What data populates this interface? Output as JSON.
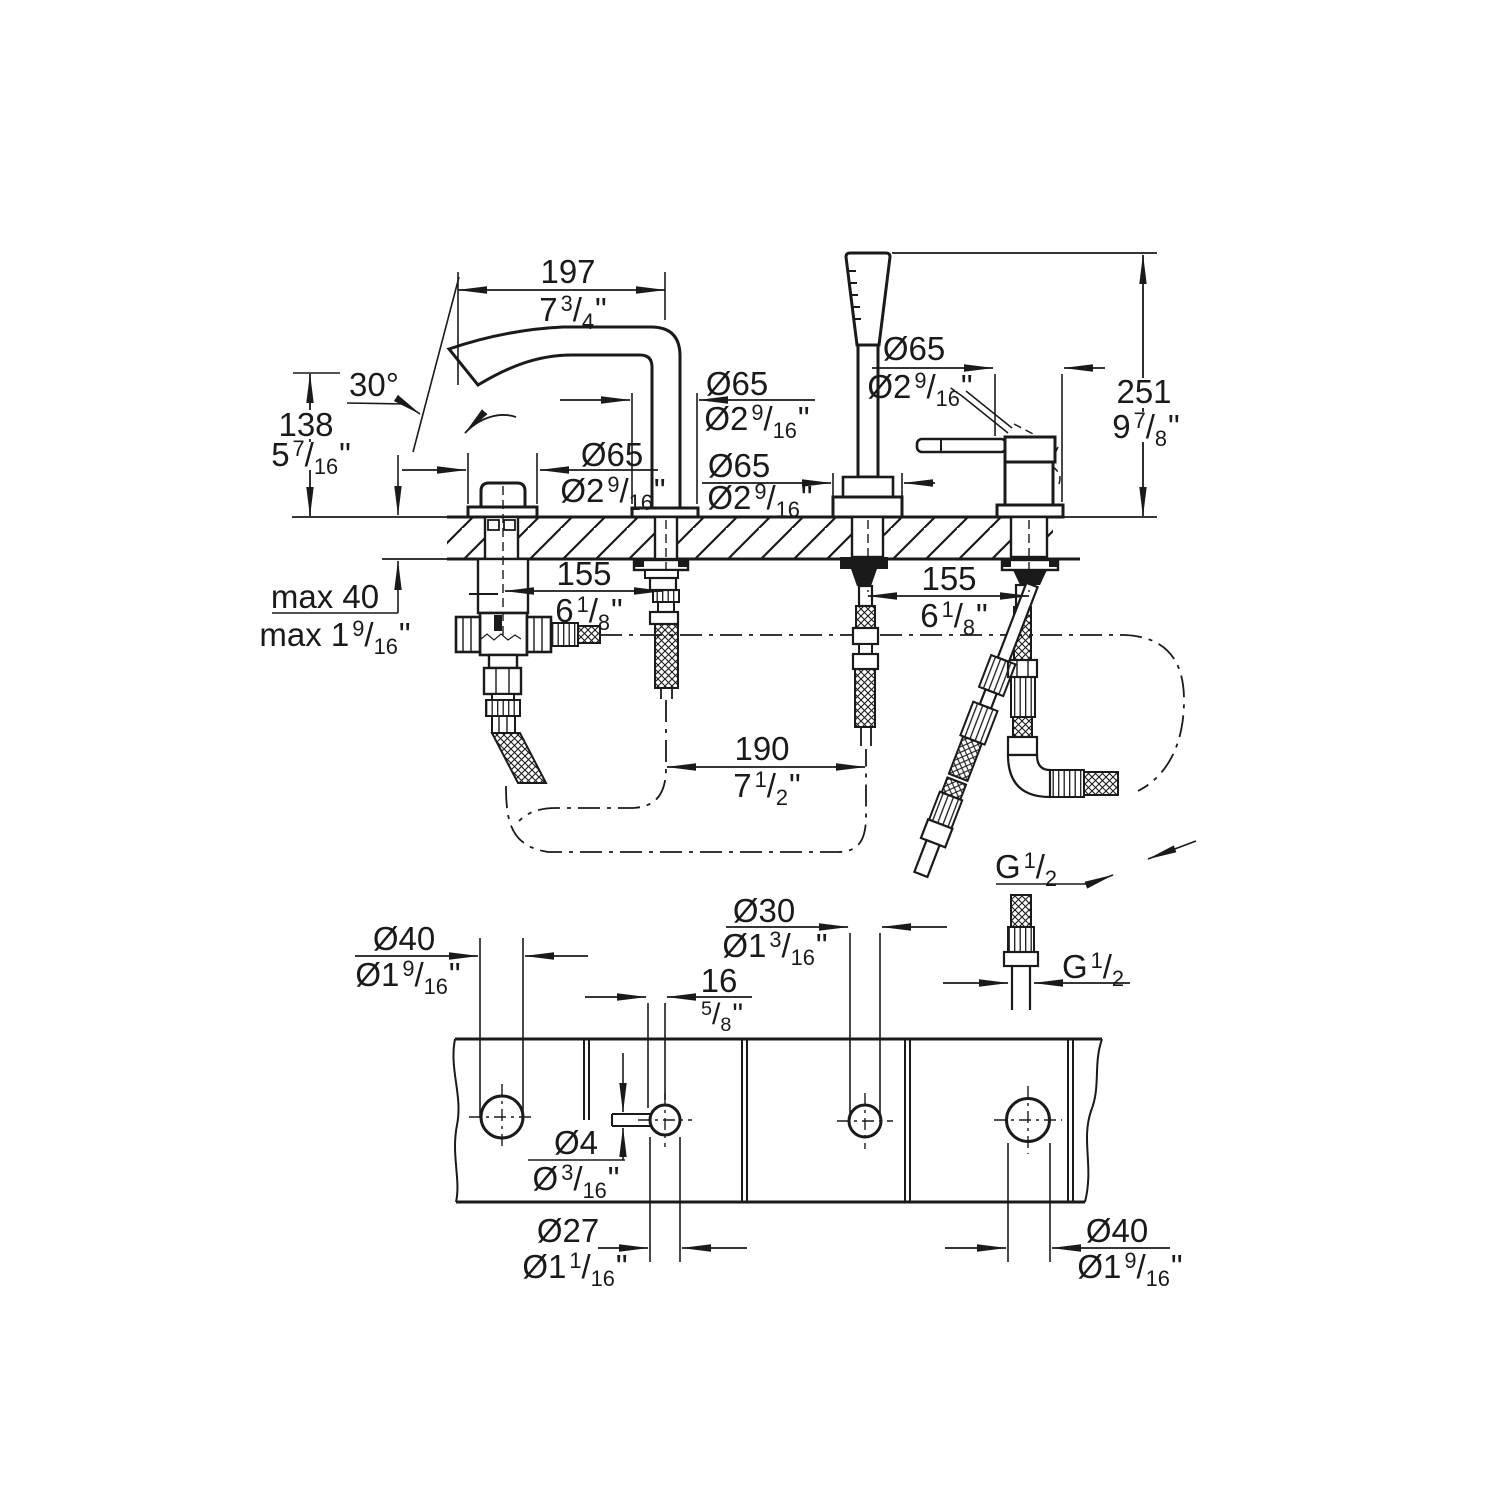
{
  "colors": {
    "ink": "#1a1a1a",
    "background": "#ffffff"
  },
  "side_view": {
    "spout_reach": {
      "mm": "197",
      "inch": "7 3/4\""
    },
    "spout_angle": "30°",
    "spout_height": {
      "mm": "138",
      "inch": "5 7/16\""
    },
    "escutcheon_diameters": [
      {
        "item": "spout-handle",
        "mm": "Ø65",
        "inch": "Ø2 9/16\""
      },
      {
        "item": "spout",
        "mm": "Ø65",
        "inch": "Ø2 9/16\""
      },
      {
        "item": "hand-shower",
        "mm": "Ø65",
        "inch": "Ø2 9/16\""
      },
      {
        "item": "mixer-lever",
        "mm": "Ø65",
        "inch": "Ø2 9/16\""
      }
    ],
    "overall_height": {
      "mm": "251",
      "inch": "9 7/8\""
    },
    "deck_thickness": {
      "mm": "max 40",
      "inch": "max 1 9/16\""
    },
    "hole_spacing_left": {
      "mm": "155",
      "inch": "6 1/8\""
    },
    "hole_spacing_right": {
      "mm": "155",
      "inch": "6 1/8\""
    },
    "hose_loop_spacing": {
      "mm": "190",
      "inch": "7 1/2\""
    },
    "hose_thread": "G 1/2"
  },
  "plan_view": {
    "hole1": {
      "mm": "Ø40",
      "inch": "Ø1 9/16\""
    },
    "pin_offset": {
      "mm": "16",
      "inch": "5/8\""
    },
    "hole3": {
      "mm": "Ø30",
      "inch": "Ø1 3/16\""
    },
    "pin_hole": {
      "mm": "Ø4",
      "inch": "Ø 3/16\""
    },
    "hole2": {
      "mm": "Ø27",
      "inch": "Ø1 1/16\""
    },
    "hole4": {
      "mm": "Ø40",
      "inch": "Ø1 9/16\""
    },
    "hose_thread": "G 1/2"
  }
}
